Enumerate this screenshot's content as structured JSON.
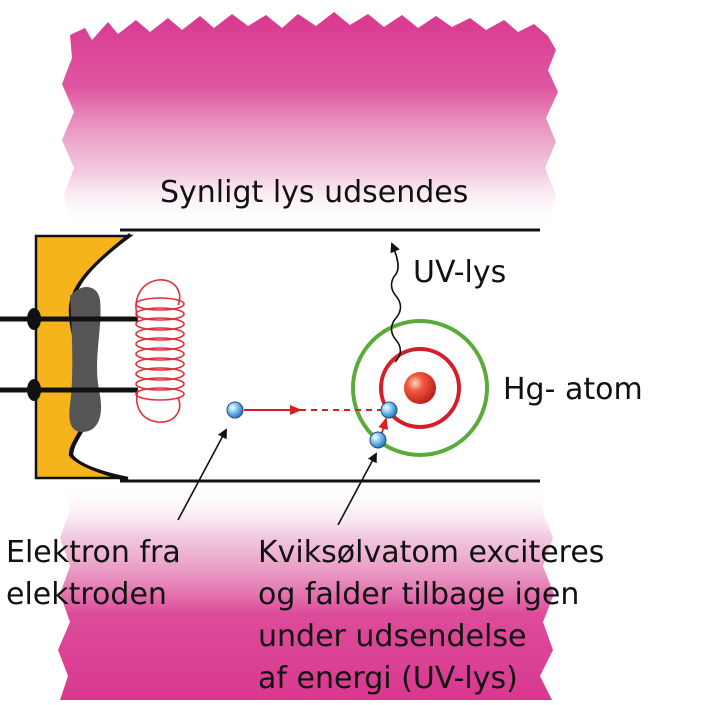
{
  "labels": {
    "visible_light": "Synligt lys udsendes",
    "uv_light": "UV-lys",
    "hg_atom": "Hg- atom",
    "electron_line1": "Elektron fra",
    "electron_line2": "elektroden",
    "mercury_line1": "Kviksølvatom exciteres",
    "mercury_line2": "og falder tilbage igen",
    "mercury_line3": "under udsendelse",
    "mercury_line4": "af energi (UV-lys)"
  },
  "colors": {
    "phosphor_glow": "#d9388f",
    "electrode_cap": "#f5b31c",
    "filament": "#e0303a",
    "inner_orbit": "#d41f2b",
    "outer_orbit": "#5aab3a",
    "nucleus": "#e8372e",
    "electron": "#4aa6e6",
    "electron_path": "#d42020"
  }
}
